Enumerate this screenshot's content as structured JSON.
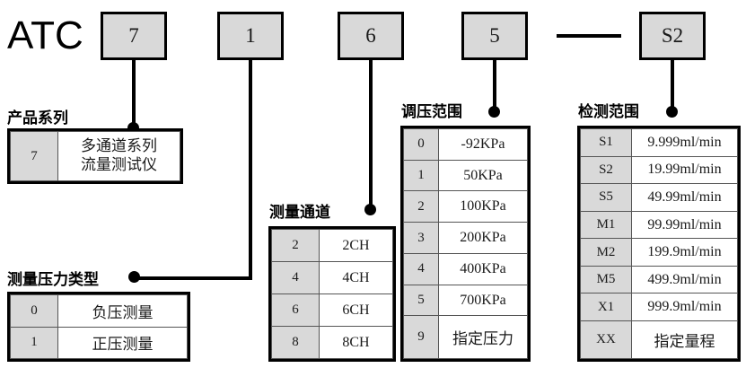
{
  "model": {
    "brand": "ATC",
    "boxes": [
      {
        "name": "series",
        "value": "7"
      },
      {
        "name": "pressure-type",
        "value": "1"
      },
      {
        "name": "channels",
        "value": "6"
      },
      {
        "name": "pressure-range",
        "value": "5"
      },
      {
        "name": "detection-range",
        "value": "S2"
      }
    ],
    "separator": "—"
  },
  "legends": {
    "product_series": {
      "caption": "产品系列",
      "rows": [
        {
          "code": "7",
          "desc_line1": "多通道系列",
          "desc_line2": "流量测试仪"
        }
      ]
    },
    "pressure_type": {
      "caption": "测量压力类型",
      "rows": [
        {
          "code": "0",
          "desc": "负压测量"
        },
        {
          "code": "1",
          "desc": "正压测量"
        }
      ]
    },
    "channels": {
      "caption": "测量通道",
      "rows": [
        {
          "code": "2",
          "desc": "2CH"
        },
        {
          "code": "4",
          "desc": "4CH"
        },
        {
          "code": "6",
          "desc": "6CH"
        },
        {
          "code": "8",
          "desc": "8CH"
        }
      ]
    },
    "pressure_range": {
      "caption": "调压范围",
      "rows": [
        {
          "code": "0",
          "desc": "-92KPa"
        },
        {
          "code": "1",
          "desc": "50KPa"
        },
        {
          "code": "2",
          "desc": "100KPa"
        },
        {
          "code": "3",
          "desc": "200KPa"
        },
        {
          "code": "4",
          "desc": "400KPa"
        },
        {
          "code": "5",
          "desc": "700KPa"
        },
        {
          "code": "9",
          "desc": "指定压力"
        }
      ]
    },
    "detection_range": {
      "caption": "检测范围",
      "rows": [
        {
          "code": "S1",
          "desc": "9.999ml/min"
        },
        {
          "code": "S2",
          "desc": "19.99ml/min"
        },
        {
          "code": "S5",
          "desc": "49.99ml/min"
        },
        {
          "code": "M1",
          "desc": "99.99ml/min"
        },
        {
          "code": "M2",
          "desc": "199.9ml/min"
        },
        {
          "code": "M5",
          "desc": "499.9ml/min"
        },
        {
          "code": "X1",
          "desc": "999.9ml/min"
        },
        {
          "code": "XX",
          "desc": "指定量程"
        }
      ]
    }
  },
  "colors": {
    "box_fill": "#d9d9d9",
    "line": "#000000",
    "background": "#ffffff"
  }
}
